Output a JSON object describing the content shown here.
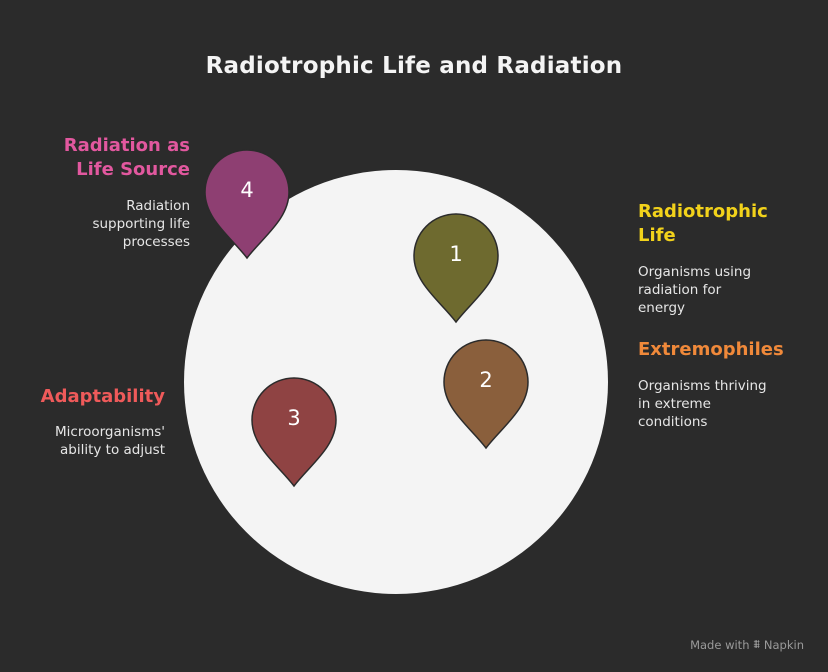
{
  "title": "Radiotrophic Life and Radiation",
  "items": [
    {
      "number": "1",
      "label": "Radiotrophic Life",
      "label_lines": [
        "Radiotrophic",
        "Life"
      ],
      "description": [
        "Organisms using",
        "radiation for",
        "energy"
      ],
      "color": "#f2d21b",
      "pin_color": "#6e6a2f"
    },
    {
      "number": "2",
      "label": "Extremophiles",
      "label_lines": [
        "Extremophiles"
      ],
      "description": [
        "Organisms thriving",
        "in extreme",
        "conditions"
      ],
      "color": "#f0893a",
      "pin_color": "#8a5f3c"
    },
    {
      "number": "3",
      "label": "Adaptability",
      "label_lines": [
        "Adaptability"
      ],
      "description": [
        "Microorganisms'",
        "ability to adjust"
      ],
      "color": "#ef5a5a",
      "pin_color": "#8f4343"
    },
    {
      "number": "4",
      "label": "Radiation as Life Source",
      "label_lines": [
        "Radiation as",
        "Life Source"
      ],
      "description": [
        "Radiation",
        "supporting life",
        "processes"
      ],
      "color": "#e2589f",
      "pin_color": "#8e3f72"
    }
  ],
  "footer": {
    "text": "Made with",
    "brand": "Napkin",
    "icon": "napkin-logo-icon"
  },
  "colors": {
    "background": "#2b2b2b",
    "circle": "#f4f4f4",
    "outline": "#2b2b2b"
  }
}
